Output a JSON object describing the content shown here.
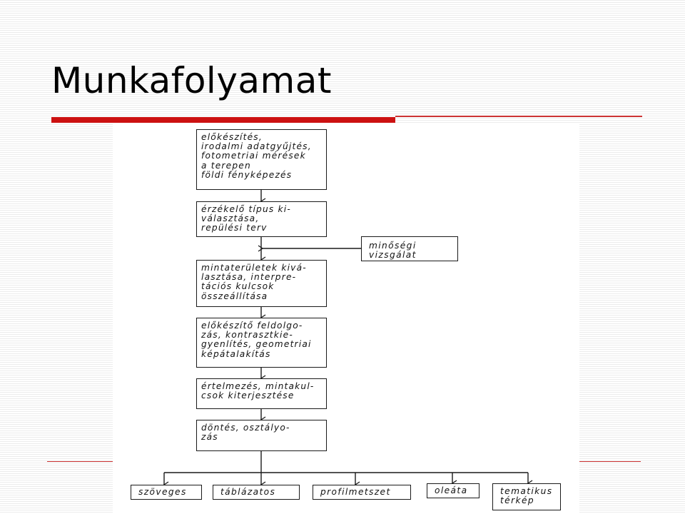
{
  "slide": {
    "title": "Munkafolyamat"
  },
  "diagram": {
    "nodes": {
      "n1": {
        "lines": [
          "előkészítés,",
          "irodalmi adatgyűjtés,",
          "fotometriai mérések",
          "a terepen",
          "földi fényképezés"
        ]
      },
      "n2": {
        "lines": [
          "érzékelő típus ki-",
          "választása,",
          "repülési terv"
        ]
      },
      "q": {
        "lines": [
          "minőségi",
          "vizsgálat"
        ]
      },
      "n3": {
        "lines": [
          "mintaterületek kivá-",
          "lasztása, interpre-",
          "tációs kulcsok",
          "összeállítása"
        ]
      },
      "n4": {
        "lines": [
          "előkészítő feldolgo-",
          "zás, kontrasztkie-",
          "gyenlítés, geometriai",
          "képátalakítás"
        ]
      },
      "n5": {
        "lines": [
          "értelmezés, mintakul-",
          "csok kiterjesztése"
        ]
      },
      "n6": {
        "lines": [
          "döntés, osztályo-",
          "zás"
        ]
      },
      "o1": {
        "lines": [
          "szöveges"
        ]
      },
      "o2": {
        "lines": [
          "táblázatos"
        ]
      },
      "o3": {
        "lines": [
          "profilmetszet"
        ]
      },
      "o4": {
        "lines": [
          "oleáta"
        ]
      },
      "o5": {
        "lines": [
          "tematikus",
          "térkép"
        ]
      }
    }
  }
}
